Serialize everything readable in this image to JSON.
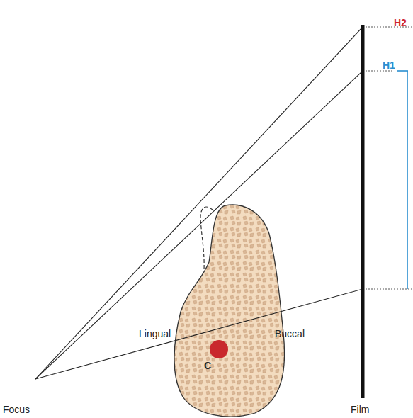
{
  "diagram": {
    "labels": [
      "H2",
      "H1",
      "Lingual",
      "Buccal",
      "C",
      "Focus",
      "Film"
    ]
  }
}
